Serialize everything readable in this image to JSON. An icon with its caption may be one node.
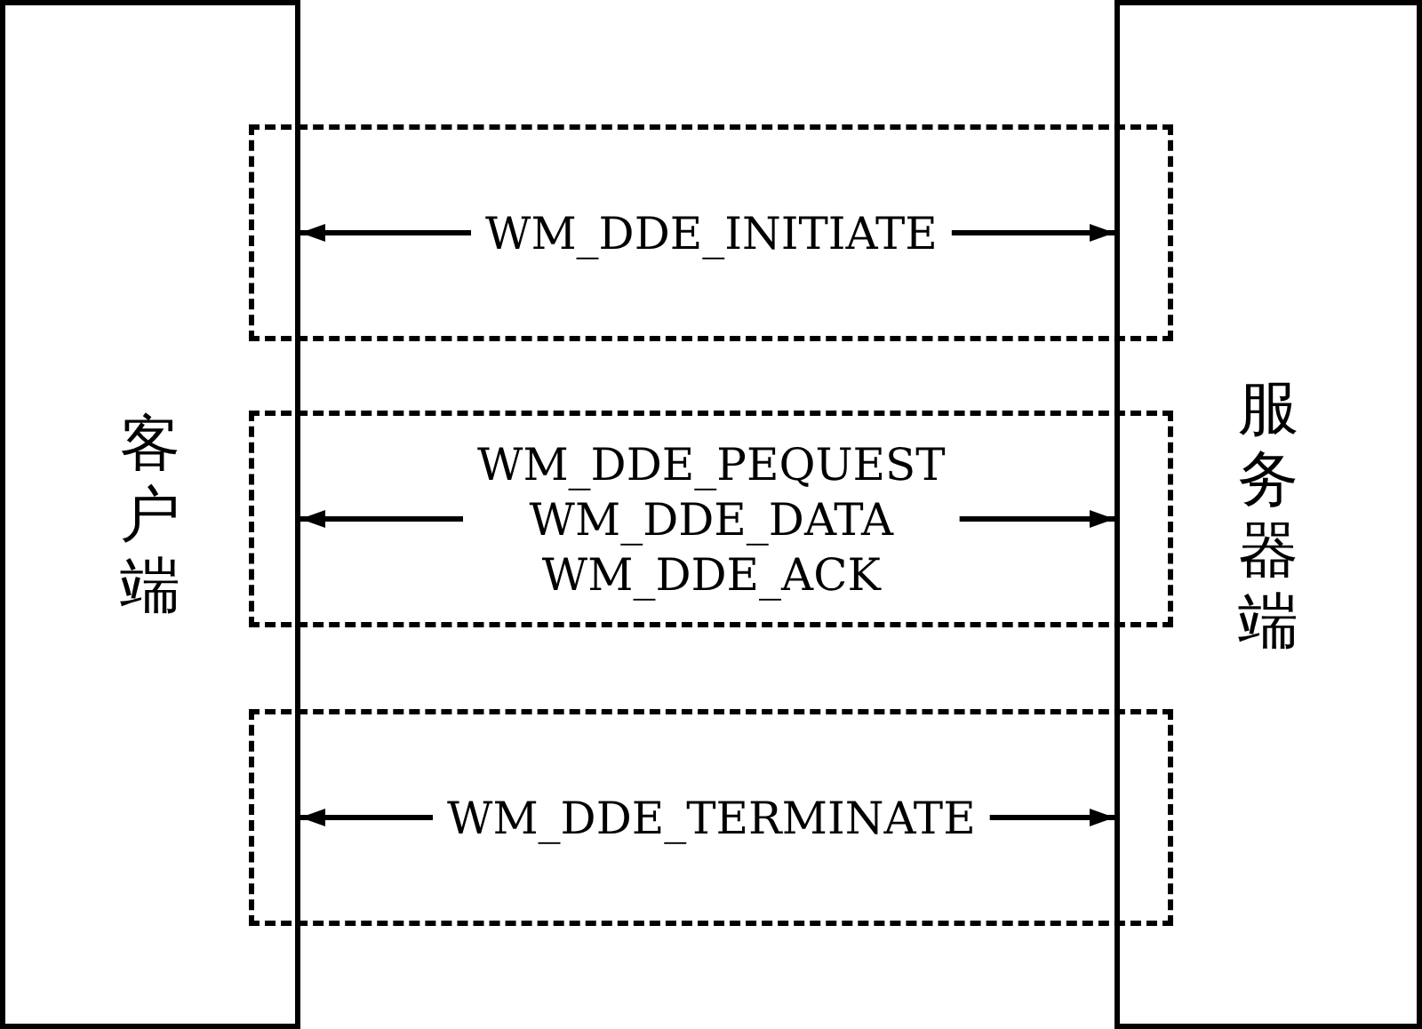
{
  "diagram": {
    "nodes": [
      {
        "text": [
          "客户端"
        ]
      },
      {
        "text": [
          "服务器端"
        ]
      },
      {
        "text": [],
        "shape": "box"
      },
      {
        "text": [
          "WM_DDE_INITIATE"
        ],
        "in": 2
      },
      {
        "text": [],
        "shape": "box"
      },
      {
        "text": [
          "WM_DDE_PEQUEST",
          "WM_DDE_DATA",
          "WM_DDE_ACK"
        ],
        "in": 4
      },
      {
        "text": [],
        "shape": "box"
      },
      {
        "text": [
          "WM_DDE_TERMINATE"
        ],
        "in": 6
      }
    ],
    "edges": [
      {
        "from": 3,
        "to": 0,
        "arrow": "to"
      },
      {
        "from": 3,
        "to": 1,
        "arrow": "to"
      },
      {
        "from": 5,
        "to": 0,
        "arrow": "to"
      },
      {
        "from": 5,
        "to": 1,
        "arrow": "to"
      },
      {
        "from": 7,
        "to": 0,
        "arrow": "to"
      },
      {
        "from": 7,
        "to": 1,
        "arrow": "to"
      }
    ]
  }
}
